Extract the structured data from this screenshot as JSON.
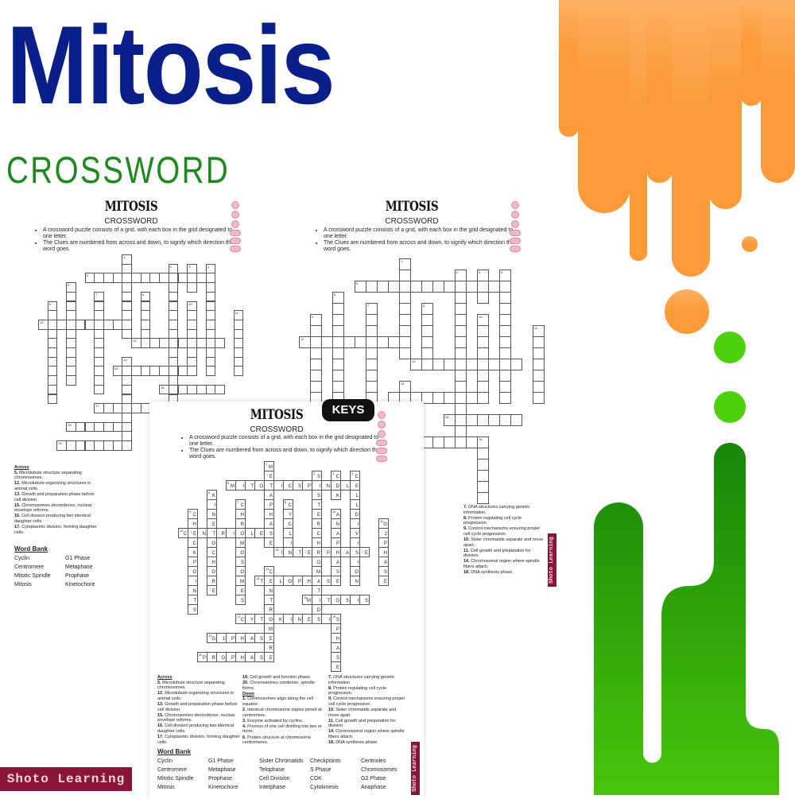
{
  "header": {
    "title": "Mitosis",
    "subtitle": "CROSSWORD"
  },
  "colors": {
    "title": "#0a1f8a",
    "subtitle": "#1e8a1e",
    "orange": "#fb9a38",
    "green_light": "#4ed10a",
    "green_dark": "#1a8a0a",
    "brand": "#8b1538"
  },
  "worksheet": {
    "title": "MITOSIS",
    "subtitle": "CROSSWORD",
    "instructions": [
      "A crossword puzzle consists of a grid, with each box in the grid designated to one letter.",
      "The Clues are numbered from across and down, to signify which direction the word goes."
    ],
    "across_label": "Across",
    "down_label": "Down",
    "across": [
      {
        "n": "5.",
        "text": "Microtubule structure separating chromosomes."
      },
      {
        "n": "12.",
        "text": "Microtubule-organizing structures in animal cells."
      },
      {
        "n": "13.",
        "text": "Growth and preparation phase before cell division."
      },
      {
        "n": "15.",
        "text": "Chromosomes decondense, nuclear envelope reforms."
      },
      {
        "n": "16.",
        "text": "Cell division producing two identical daughter cells."
      },
      {
        "n": "17.",
        "text": "Cytoplasmic division, forming daughter cells."
      },
      {
        "n": "19.",
        "text": "Cell growth and function phase."
      },
      {
        "n": "20.",
        "text": "Chromosomes condense, spindle forms."
      }
    ],
    "down": [
      {
        "n": "1.",
        "text": "Chromosomes align along the cell equator."
      },
      {
        "n": "2.",
        "text": "Identical chromosome copies joined at centromere."
      },
      {
        "n": "3.",
        "text": "Enzyme activated by cyclins."
      },
      {
        "n": "4.",
        "text": "Process of one cell dividing into two or more."
      },
      {
        "n": "6.",
        "text": "Protein structure at chromosome centromeres."
      },
      {
        "n": "7.",
        "text": "DNA structures carrying genetic information."
      },
      {
        "n": "8.",
        "text": "Protein regulating cell cycle progression."
      },
      {
        "n": "9.",
        "text": "Control mechanisms ensuring proper cell cycle progression."
      },
      {
        "n": "10.",
        "text": "Sister chromatids separate and move apart."
      },
      {
        "n": "11.",
        "text": "Cell growth and preparation for division."
      },
      {
        "n": "14.",
        "text": "Chromosomal region where spindle fibers attach."
      },
      {
        "n": "18.",
        "text": "DNA synthesis phase."
      }
    ],
    "word_bank_label": "Word Bank",
    "word_bank": [
      [
        "Cyclin",
        "G1 Phase",
        "Sister Chromatids",
        "Checkpoints",
        "Centrioles"
      ],
      [
        "Centromere",
        "Metaphase",
        "Telophase",
        "S Phase",
        "Chromosomes"
      ],
      [
        "Mitotic Spindle",
        "Prophase",
        "Cell Division",
        "CDK",
        "G2 Phase"
      ],
      [
        "Mitosis",
        "Kinetochore",
        "Interphase",
        "Cytokinesis",
        "Anaphase"
      ]
    ],
    "answers": [
      {
        "n": 1,
        "word": "METAPHASE",
        "dir": "down",
        "row": 0,
        "col": 9
      },
      {
        "n": 2,
        "word": "SISTERCHROMATIDS",
        "dir": "down",
        "row": 1,
        "col": 14
      },
      {
        "n": 3,
        "word": "CDK",
        "dir": "down",
        "row": 1,
        "col": 16
      },
      {
        "n": 4,
        "word": "CELLDIVISION",
        "dir": "down",
        "row": 1,
        "col": 18
      },
      {
        "n": 5,
        "word": "MITOTICSPINDLE",
        "dir": "across",
        "row": 2,
        "col": 5
      },
      {
        "n": 6,
        "word": "KINETOCHORE",
        "dir": "down",
        "row": 3,
        "col": 3
      },
      {
        "n": 7,
        "word": "CHROMOSOMES",
        "dir": "down",
        "row": 4,
        "col": 6
      },
      {
        "n": 8,
        "word": "CYCLIN",
        "dir": "down",
        "row": 4,
        "col": 11
      },
      {
        "n": 9,
        "word": "CHECKPOINTS",
        "dir": "down",
        "row": 5,
        "col": 1
      },
      {
        "n": 10,
        "word": "ANAPHASE",
        "dir": "down",
        "row": 5,
        "col": 16
      },
      {
        "n": 11,
        "word": "G2PHASE",
        "dir": "down",
        "row": 6,
        "col": 21
      },
      {
        "n": 12,
        "word": "CENTRIOLES",
        "dir": "across",
        "row": 7,
        "col": 0
      },
      {
        "n": 13,
        "word": "INTERPHASE",
        "dir": "across",
        "row": 9,
        "col": 10
      },
      {
        "n": 14,
        "word": "CENTROMERE",
        "dir": "down",
        "row": 11,
        "col": 9
      },
      {
        "n": 15,
        "word": "TELOPHASE",
        "dir": "across",
        "row": 12,
        "col": 8
      },
      {
        "n": 16,
        "word": "MITOSIS",
        "dir": "across",
        "row": 14,
        "col": 13
      },
      {
        "n": 17,
        "word": "CYTOKINESIS",
        "dir": "across",
        "row": 16,
        "col": 6
      },
      {
        "n": 18,
        "word": "SPHASE",
        "dir": "down",
        "row": 16,
        "col": 16
      },
      {
        "n": 19,
        "word": "G1PHASE",
        "dir": "across",
        "row": 18,
        "col": 3
      },
      {
        "n": 20,
        "word": "PROPHASE",
        "dir": "across",
        "row": 20,
        "col": 2
      }
    ]
  },
  "keys_label": "KEYS",
  "brand": "Shoto Learning"
}
